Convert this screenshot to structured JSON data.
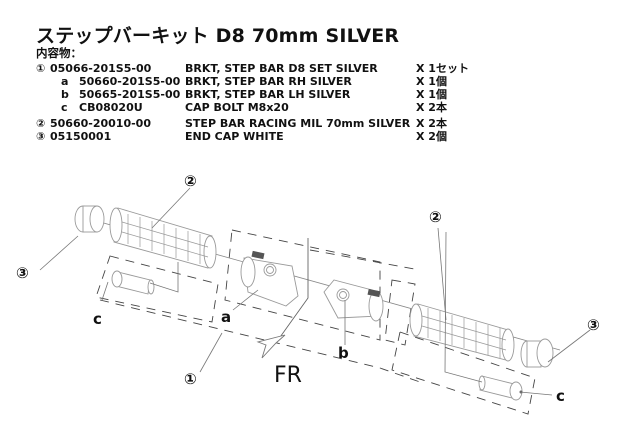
{
  "title": "ステップバーキット D8 70mm SILVER",
  "contents_label": "内容物：",
  "parts": [
    {
      "mark": "①",
      "part_no": "05066-201S5-00",
      "description": "BRKT, STEP BAR D8  SET SILVER",
      "qty": "X 1セット"
    },
    {
      "mark": "a",
      "part_no": "50660-201S5-00",
      "description": "BRKT, STEP BAR RH SILVER",
      "qty": "X 1個"
    },
    {
      "mark": "b",
      "part_no": "50665-201S5-00",
      "description": "BRKT, STEP BAR LH SILVER",
      "qty": "X 1個"
    },
    {
      "mark": "c",
      "part_no": "CB08020U",
      "description": "CAP BOLT M8x20",
      "qty": "X 2本"
    },
    {
      "mark": "②",
      "part_no": "50660-20010-00",
      "description": "STEP BAR RACING MIL 70mm SILVER",
      "qty": "X 2本"
    },
    {
      "mark": "③",
      "part_no": "05150001",
      "description": "END CAP WHITE",
      "qty": "X 2個"
    }
  ],
  "diagram": {
    "callouts": {
      "c1": "①",
      "c2_left": "②",
      "c2_right": "②",
      "c3_left": "③",
      "c3_right": "③",
      "a": "a",
      "b": "b",
      "c_left": "c",
      "c_right": "c"
    },
    "direction_label": "FR"
  }
}
